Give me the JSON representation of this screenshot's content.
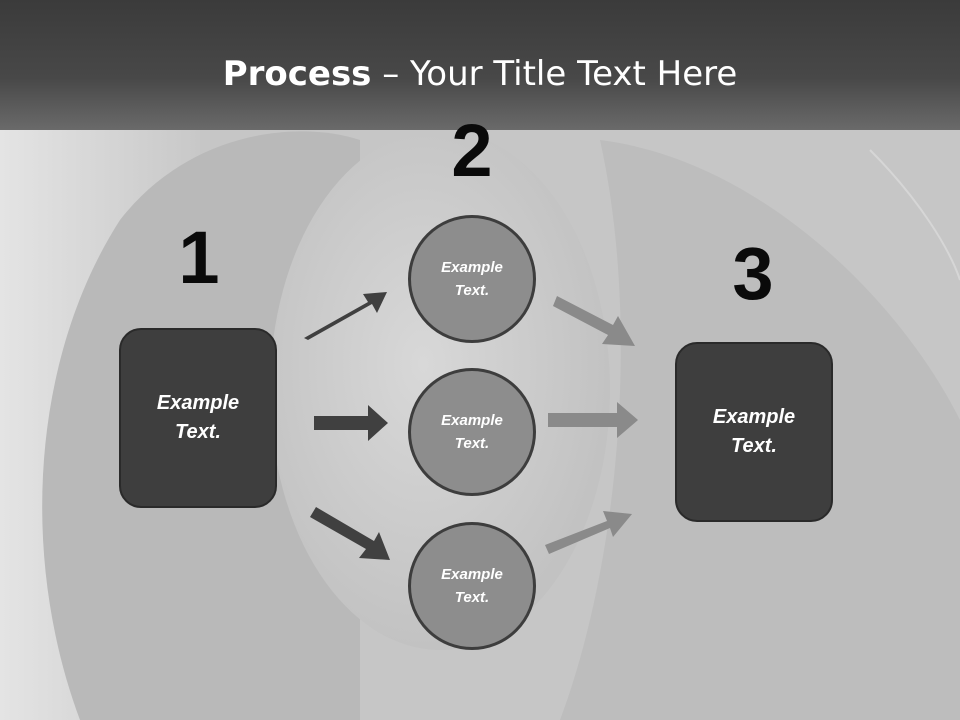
{
  "slide": {
    "title_bold": "Process",
    "title_rest": " – Your Title Text Here"
  },
  "steps": {
    "number_1": "1",
    "number_2": "2",
    "number_3": "3"
  },
  "nodes": {
    "left_box": "Example Text.",
    "circle_top": "Example Text.",
    "circle_middle": "Example Text.",
    "circle_bottom": "Example Text.",
    "right_box": "Example Text."
  },
  "colors": {
    "dark_box": "#3e3e3e",
    "circle_fill": "#8d8d8d",
    "dark_arrow": "#404040",
    "light_arrow": "#8a8a8a"
  }
}
